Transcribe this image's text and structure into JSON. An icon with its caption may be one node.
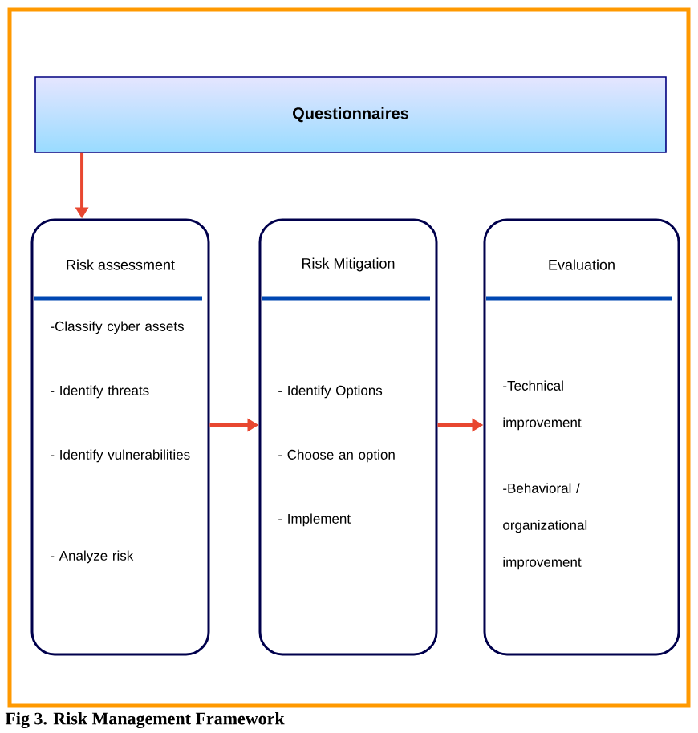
{
  "diagram": {
    "caption": "Fig 3. Risk Management Framework",
    "nodes": [
      {
        "text": [
          "Questionnaires"
        ]
      },
      {
        "text": [
          "Risk assessment",
          "-Classify cyber assets",
          "- Identify threats",
          "- Identify vulnerabilities",
          "- Analyze risk"
        ]
      },
      {
        "text": [
          "Risk Mitigation",
          "- Identify Options",
          "- Choose an option",
          "- Implement"
        ]
      },
      {
        "text": [
          "Evaluation",
          "-Technical improvement",
          "-Behavioral / organizational improvement"
        ]
      }
    ],
    "edges": [
      {
        "from": 0,
        "to": 1,
        "arrow": "to"
      },
      {
        "from": 1,
        "to": 2,
        "arrow": "to"
      },
      {
        "from": 2,
        "to": 3,
        "arrow": "to"
      }
    ]
  }
}
